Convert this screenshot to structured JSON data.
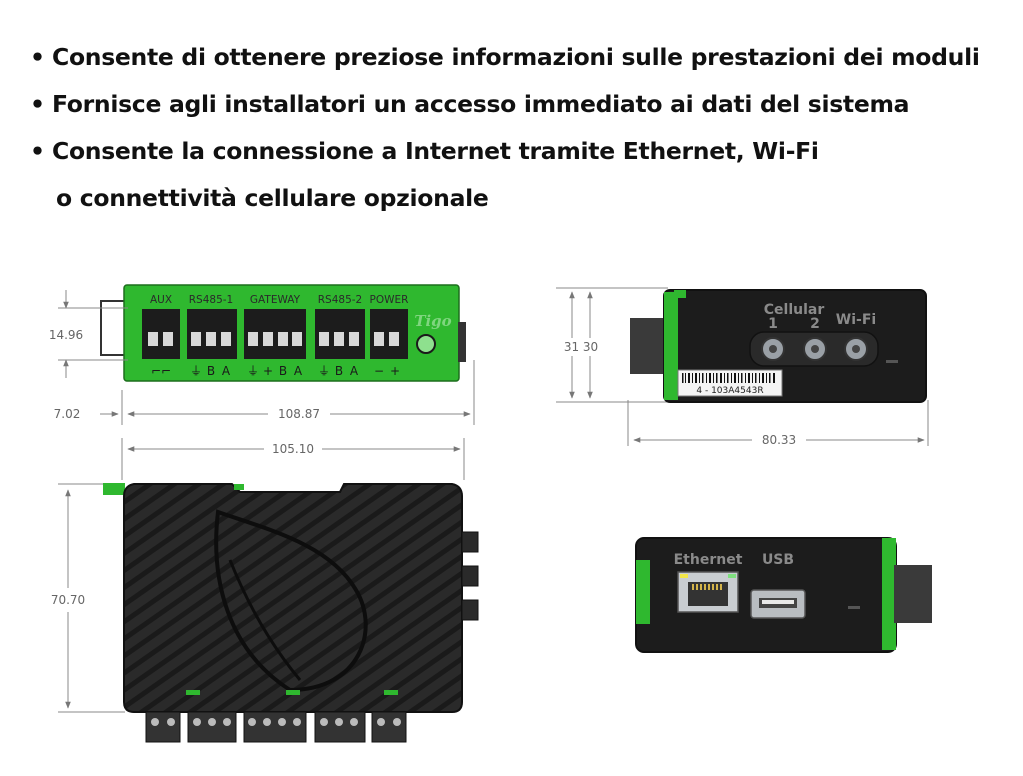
{
  "bullets": [
    {
      "mark": "•",
      "text": "Consente di ottenere preziose informazioni sulle prestazioni dei moduli"
    },
    {
      "mark": "•",
      "text": "Fornisce agli installatori un accesso immediato ai dati del sistema"
    },
    {
      "mark": "•",
      "text": "Consente la connessione a Internet tramite Ethernet, Wi-Fi"
    }
  ],
  "bullet_continuation": "o connettività cellulare opzionale",
  "front_view": {
    "header_labels": [
      "AUX",
      "RS485-1",
      "GATEWAY",
      "RS485-2",
      "POWER"
    ],
    "terminal_symbols": [
      "⌐⌐",
      "⏚",
      "B",
      "A",
      "⏚",
      "+",
      "B",
      "A",
      "⏚",
      "B",
      "A",
      "−",
      "+"
    ],
    "brand": "Tigo",
    "dim_height": "14.96",
    "dim_offset": "7.02",
    "dim_width": "108.87"
  },
  "top_view": {
    "dim_width": "105.10",
    "dim_height": "70.70"
  },
  "side_view_cellular": {
    "label_cellular": "Cellular",
    "label_1": "1",
    "label_2": "2",
    "label_wifi": "Wi-Fi",
    "serial": "4 - 103A4543R",
    "dim_heights": "31 30",
    "dim_width": "80.33"
  },
  "side_view_ethernet": {
    "label_ethernet": "Ethernet",
    "label_usb": "USB"
  },
  "colors": {
    "device_green": "#2fb82f",
    "device_body": "#2b2b2b",
    "terminal_black": "#1c1c1c"
  }
}
